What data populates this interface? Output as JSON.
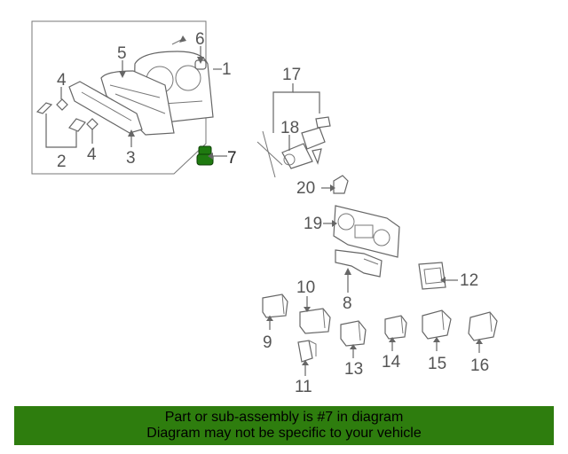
{
  "callouts": {
    "c1": "1",
    "c2": "2",
    "c3": "3",
    "c4a": "4",
    "c4b": "4",
    "c5": "5",
    "c6": "6",
    "c7": "7",
    "c8": "8",
    "c9": "9",
    "c10": "10",
    "c11": "11",
    "c12": "12",
    "c13": "13",
    "c14": "14",
    "c15": "15",
    "c16": "16",
    "c17": "17",
    "c18": "18",
    "c19": "19",
    "c20": "20"
  },
  "highlight_color": "#1f7a10",
  "banner": {
    "line1": "Part or sub-assembly is #7 in diagram",
    "line2": "Diagram may not be specific to your vehicle",
    "background": "#2e7d0e"
  }
}
